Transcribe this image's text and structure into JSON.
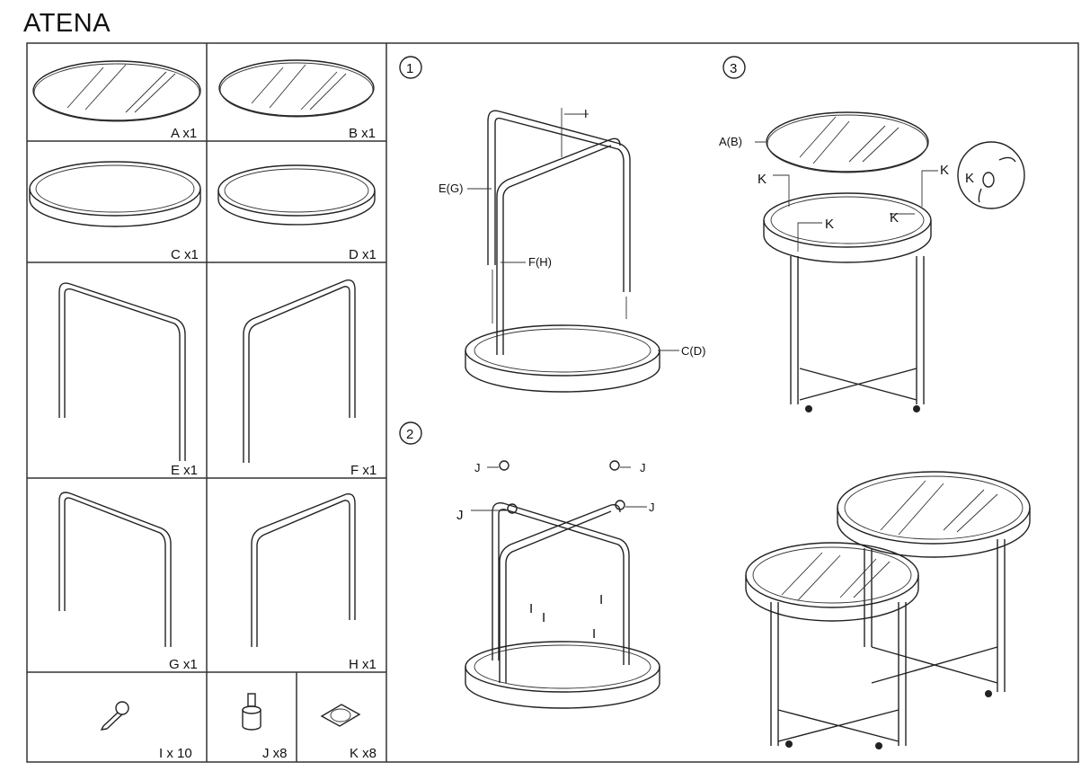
{
  "title": "ATENA",
  "parts": [
    {
      "label": "A x1",
      "icon": "round-glass-top-large"
    },
    {
      "label": "B x1",
      "icon": "round-glass-top-small"
    },
    {
      "label": "C x1",
      "icon": "ring-frame-large"
    },
    {
      "label": "D x1",
      "icon": "ring-frame-small"
    },
    {
      "label": "E x1",
      "icon": "leg-frame-e"
    },
    {
      "label": "F x1",
      "icon": "leg-frame-f"
    },
    {
      "label": "G x1",
      "icon": "leg-frame-g"
    },
    {
      "label": "H x1",
      "icon": "leg-frame-h"
    },
    {
      "label": "I x 10",
      "icon": "screw"
    },
    {
      "label": "J x8",
      "icon": "foot-glide"
    },
    {
      "label": "K x8",
      "icon": "adhesive-pad"
    }
  ],
  "steps": [
    {
      "number": "1",
      "labels": {
        "screw": "I",
        "leg_outer": "E(G)",
        "leg_inner": "F(H)",
        "ring": "C(D)"
      }
    },
    {
      "number": "2",
      "labels": {
        "j1": "J",
        "j2": "J",
        "j3": "J",
        "j4": "J",
        "i1": "I",
        "i2": "I",
        "i3": "I",
        "i4": "I"
      }
    },
    {
      "number": "3",
      "labels": {
        "glass": "A(B)",
        "k1": "K",
        "k2": "K",
        "k3": "K",
        "k4": "K",
        "k_detail": "K"
      }
    }
  ]
}
